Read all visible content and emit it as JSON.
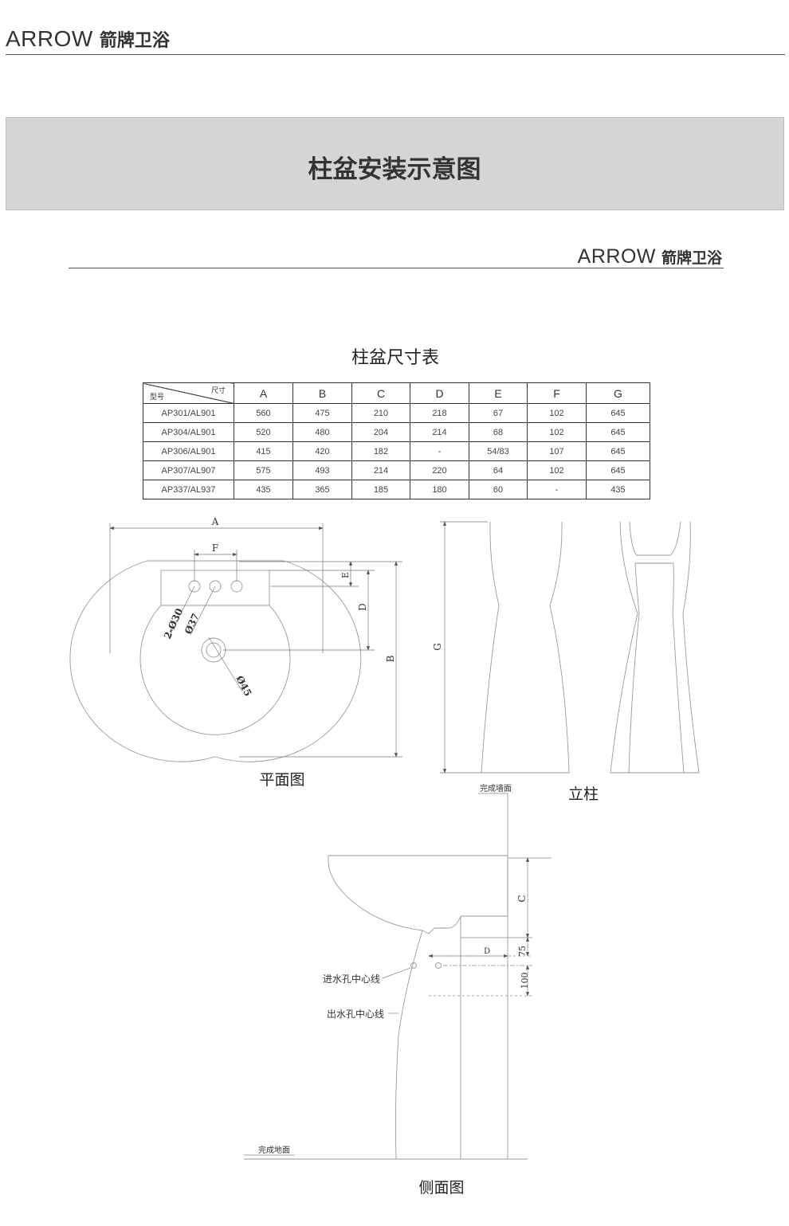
{
  "brand": {
    "name_en": "ARROW",
    "name_cn": "箭牌卫浴"
  },
  "banner": {
    "title": "柱盆安装示意图"
  },
  "table": {
    "title": "柱盆尺寸表",
    "corner_top": "尺寸",
    "corner_bottom": "型号",
    "columns": [
      "A",
      "B",
      "C",
      "D",
      "E",
      "F",
      "G"
    ],
    "rows": [
      {
        "model": "AP301/AL901",
        "values": [
          "560",
          "475",
          "210",
          "218",
          "67",
          "102",
          "645"
        ]
      },
      {
        "model": "AP304/AL901",
        "values": [
          "520",
          "480",
          "204",
          "214",
          "68",
          "102",
          "645"
        ]
      },
      {
        "model": "AP306/AL901",
        "values": [
          "415",
          "420",
          "182",
          "-",
          "54/83",
          "107",
          "645"
        ]
      },
      {
        "model": "AP307/AL907",
        "values": [
          "575",
          "493",
          "214",
          "220",
          "64",
          "102",
          "645"
        ]
      },
      {
        "model": "AP337/AL937",
        "values": [
          "435",
          "365",
          "185",
          "180",
          "60",
          "-",
          "435"
        ]
      }
    ]
  },
  "plan_view": {
    "label": "平面图",
    "dim_a": "A",
    "dim_b": "B",
    "dim_d": "D",
    "dim_e": "E",
    "dim_f": "F",
    "hole_side": "2-Ø30",
    "hole_mid": "Ø37",
    "drain": "Ø45"
  },
  "pedestal_view": {
    "label": "立柱",
    "dim_g": "G"
  },
  "side_view": {
    "label": "侧面图",
    "wall": "完成墙面",
    "floor": "完成地面",
    "inlet": "进水孔中心线",
    "outlet": "出水孔中心线",
    "dim_c": "C",
    "dim_d": "D",
    "dim_75": "75",
    "dim_100": "100"
  }
}
